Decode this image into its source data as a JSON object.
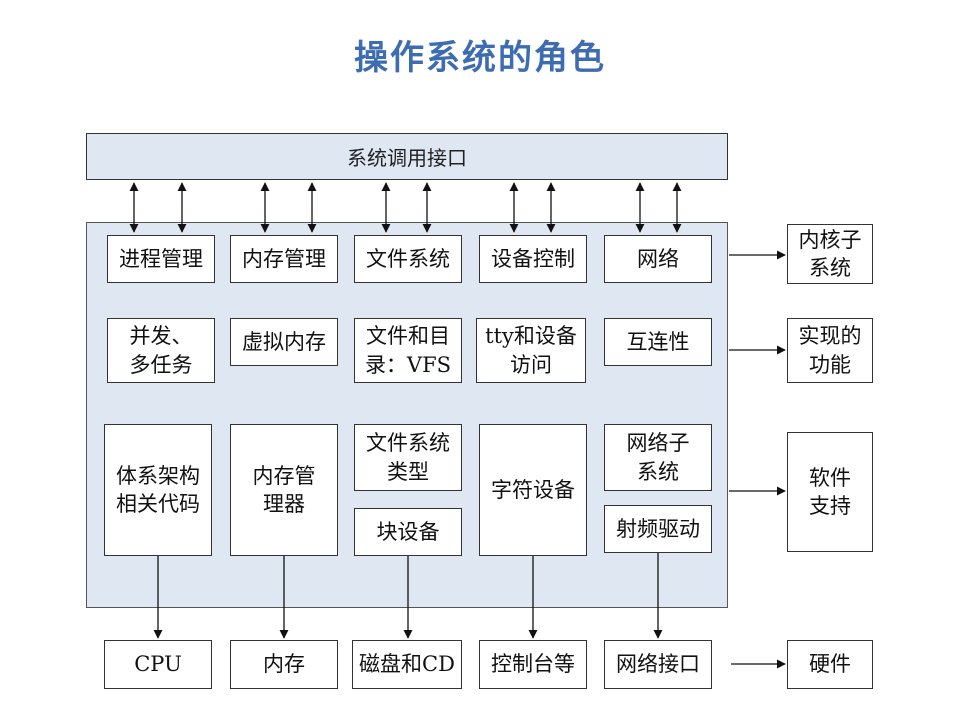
{
  "title": "操作系统的角色",
  "syscall_interface": "系统调用接口",
  "subsystems": {
    "process": {
      "row1": "进程管理",
      "row2": "并发、\n多任务",
      "row3": "体系架构\n相关代码",
      "hardware": "CPU"
    },
    "memory": {
      "row1": "内存管理",
      "row2": "虚拟内存",
      "row3": "内存管\n理器",
      "hardware": "内存"
    },
    "filesystem": {
      "row1": "文件系统",
      "row2": "文件和目\n录：VFS",
      "row3a": "文件系统\n类型",
      "row3b": "块设备",
      "hardware": "磁盘和CD"
    },
    "device": {
      "row1": "设备控制",
      "row2": "tty和设备\n访问",
      "row3": "字符设备",
      "hardware": "控制台等"
    },
    "network": {
      "row1": "网络",
      "row2": "互连性",
      "row3a": "网络子\n系统",
      "row3b": "射频驱动",
      "hardware": "网络接口"
    }
  },
  "legend": {
    "kernel_subsystem": "内核子\n系统",
    "features": "实现的\n功能",
    "software_support": "软件\n支持",
    "hardware": "硬件"
  }
}
